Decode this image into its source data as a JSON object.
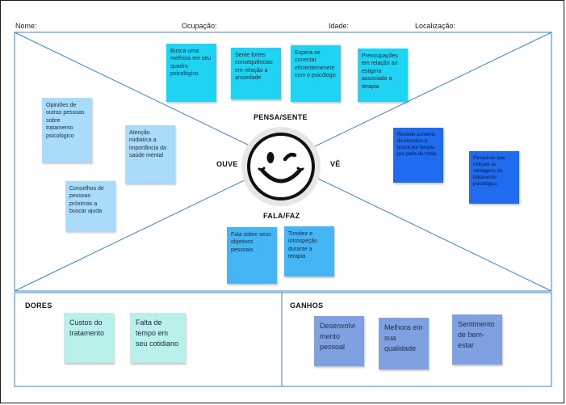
{
  "header": {
    "nome": "Nome:",
    "ocupacao": "Ocupação:",
    "idade": "Idade:",
    "localizacao": "Localização:"
  },
  "map": {
    "pensa_sente": "PENSA/SENTE",
    "ouve": "OUVE",
    "ve": "VÊ",
    "fala_faz": "FALA/FAZ",
    "center_icon": "winking-smiley-icon"
  },
  "pensa_notes": [
    "Busca uma melhora em seu quadro psicológico",
    "Sente fortes consequências em relação a ansiedade",
    "Espera se conectar eficientemenete com o psicólogo",
    "Preocupações em relação ao estigma associado a terapia"
  ],
  "ouve_notes": [
    "Opiniões de outras pessoas sobre tratamento psicológico",
    "Atenção midiatica a importância da saúde mental",
    "Conselhos de pessoas próximas a buscar ajuda"
  ],
  "ve_notes": [
    "Recente aumento do incentivo a busca por terapia por parte da midia",
    "Pesquisas que indicam as vantagens do tratamento psicológico"
  ],
  "fala_notes": [
    "Fala sobre seus objetivos pessoais",
    "Timidez e introspeção durante a terapia"
  ],
  "dores": {
    "title": "DORES",
    "notes": [
      "Custos do tratamento",
      "Falta de tempo em seu cotidiano"
    ]
  },
  "ganhos": {
    "title": "GANHOS",
    "notes": [
      "Desenvolvi mento pessoal",
      "Melhora em sua qualidade",
      "Sentimento de bem-estar"
    ]
  },
  "colors": {
    "frame": "#3b86c9",
    "note_cyan": "#1fd3f2",
    "note_light": "#a9dcfa",
    "note_sky": "#45b6f5",
    "note_blue": "#1f6cf0",
    "note_mint": "#b9f0ec",
    "note_slate": "#7fa1e2"
  }
}
